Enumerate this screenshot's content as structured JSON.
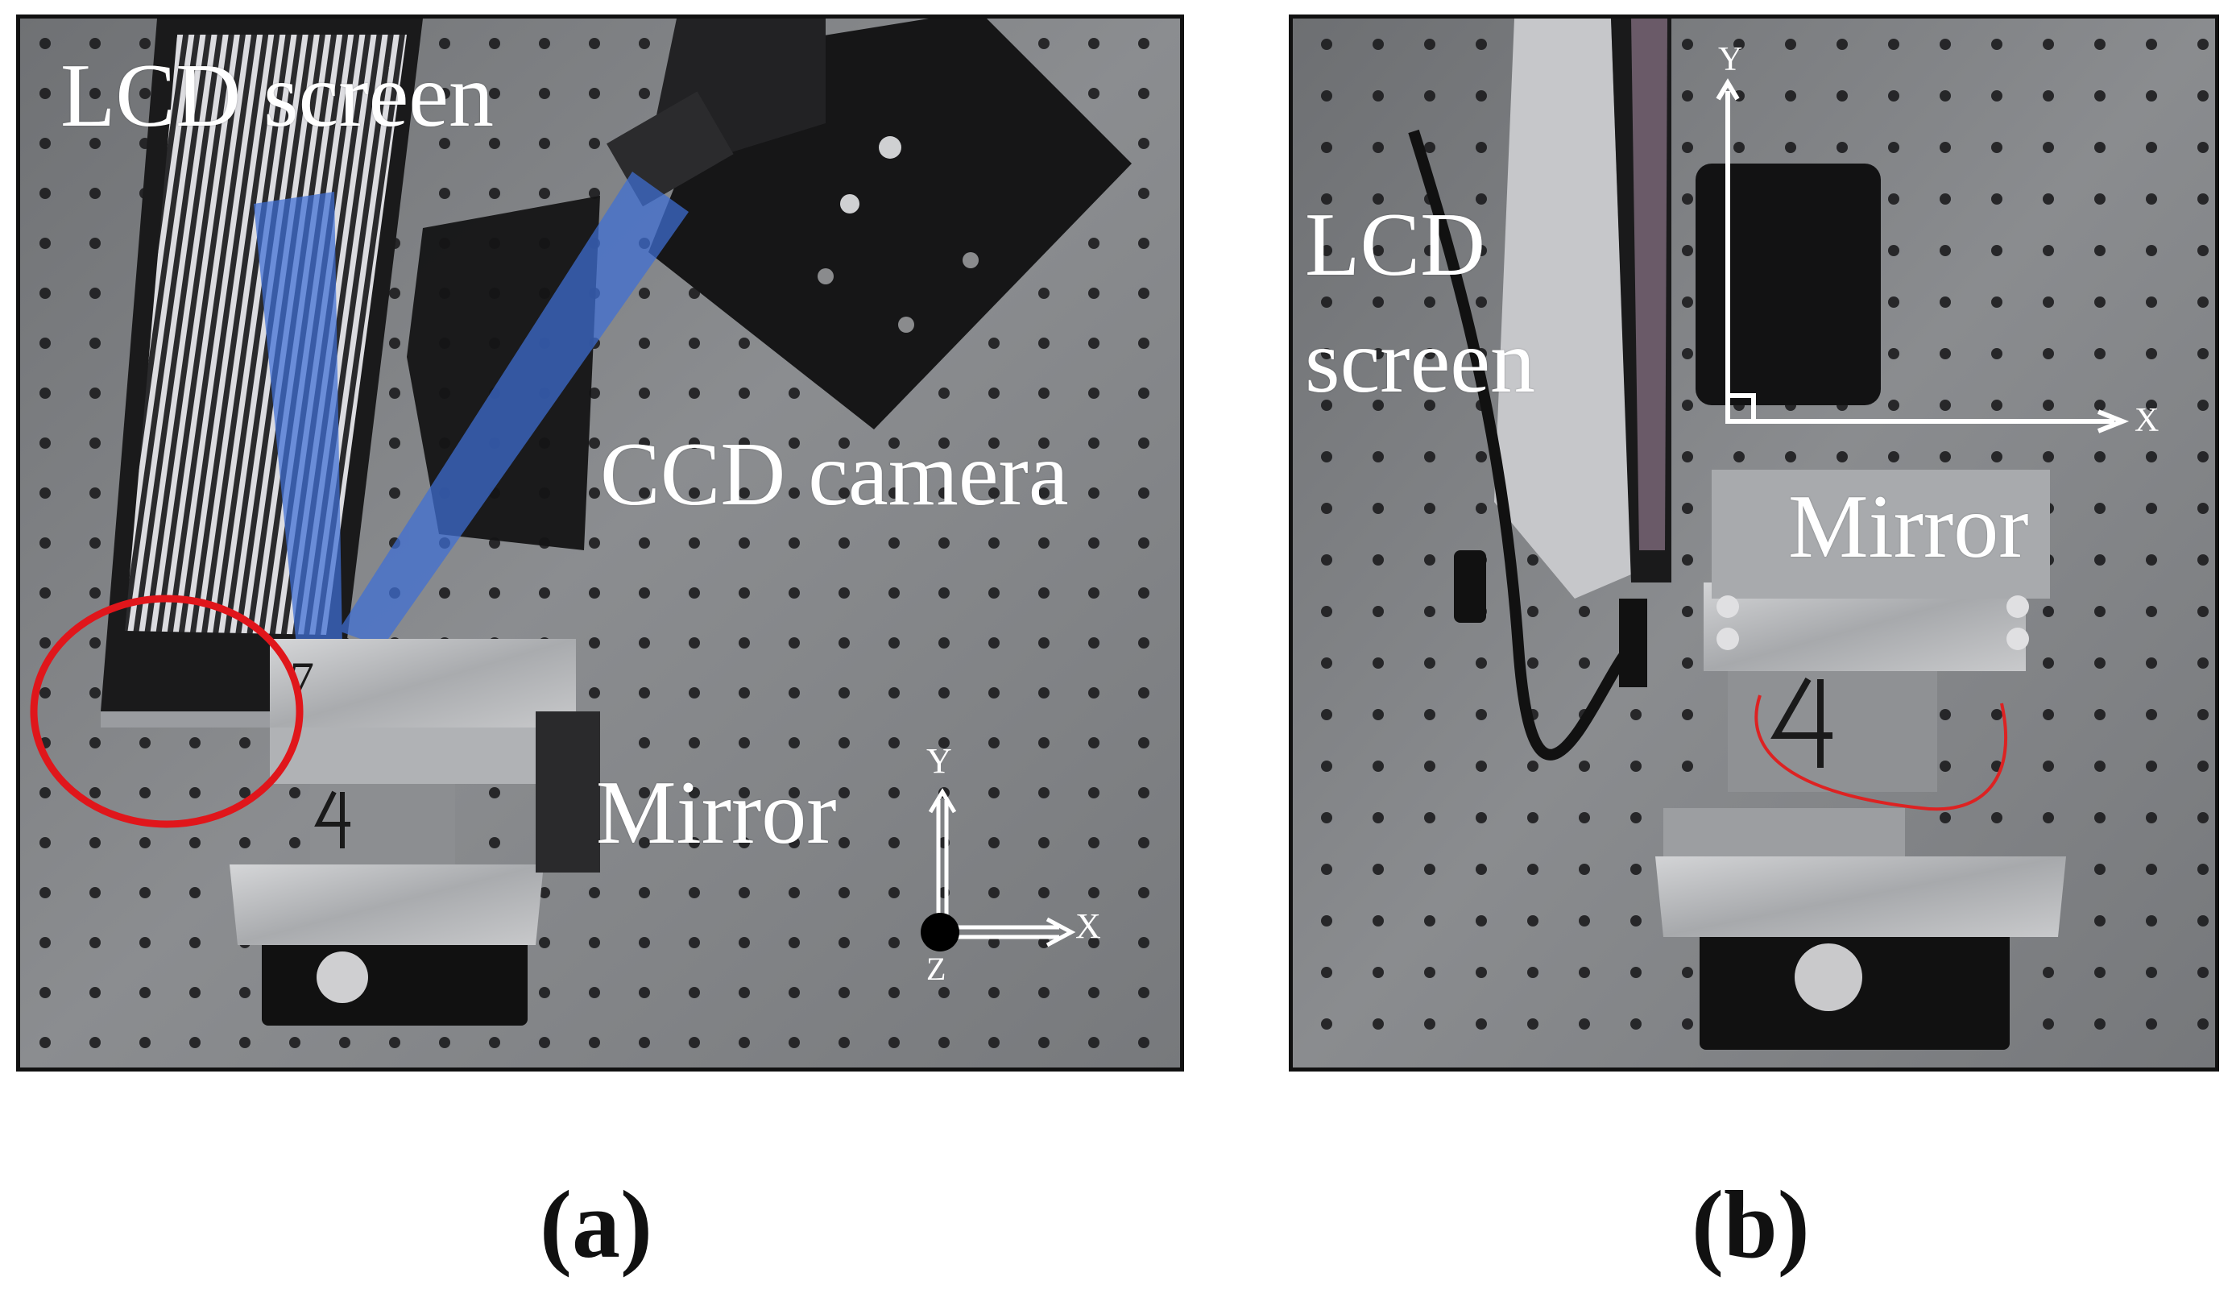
{
  "figure": {
    "panel_a": {
      "caption": "(a)",
      "labels": {
        "lcd_screen": "LCD screen",
        "ccd_camera": "CCD camera",
        "mirror": "Mirror"
      },
      "axes": {
        "x": "X",
        "y": "Y",
        "z": "Z"
      },
      "mirror_mark": "4",
      "block_mark": "7"
    },
    "panel_b": {
      "caption": "(b)",
      "labels": {
        "lcd_line1": "LCD",
        "lcd_line2": "screen",
        "mirror": "Mirror"
      },
      "axes": {
        "x": "X",
        "y": "Y"
      },
      "mirror_mark": "4"
    }
  },
  "colors": {
    "table": "#7d7f82",
    "holes": "#1c1c1e",
    "light_path": "#3f6fd6",
    "highlight_circle": "#e0161b",
    "label_text": "#ffffff"
  }
}
